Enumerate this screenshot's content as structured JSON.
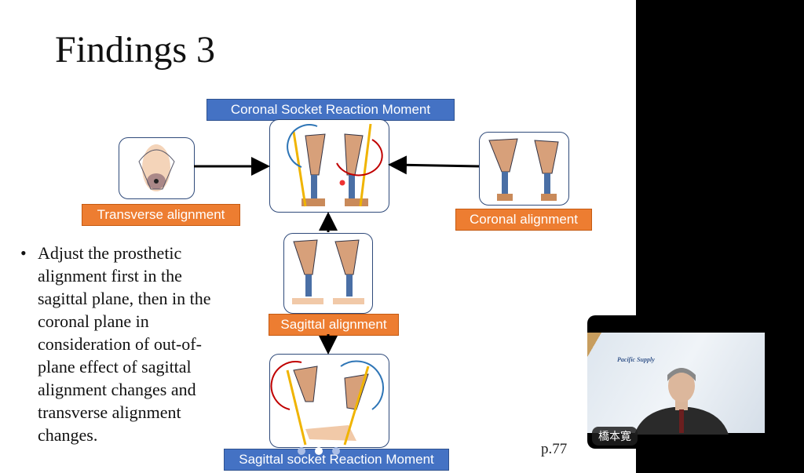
{
  "slide": {
    "title": "Findings 3",
    "labels": {
      "coronal_moment": "Coronal Socket Reaction Moment",
      "transverse": "Transverse  alignment",
      "coronal": "Coronal  alignment",
      "sagittal": "Sagittal alignment",
      "sagittal_moment": "Sagittal socket Reaction Moment"
    },
    "bullet": "Adjust the prosthetic alignment first in the sagittal plane, then in the coronal plane in consideration of out-of-plane effect of sagittal alignment changes and transverse alignment changes.",
    "page": "p.77"
  },
  "video": {
    "participant_name": "橋本寛",
    "background_logo": "Pacific Supply"
  },
  "colors": {
    "blue_label": "#4472c4",
    "orange_label": "#ed7d31"
  }
}
